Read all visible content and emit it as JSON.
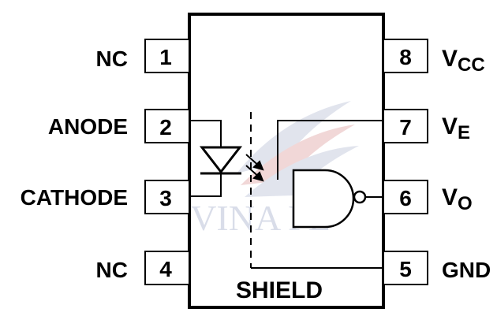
{
  "diagram": {
    "top_caption": "",
    "watermark": "VINA FE",
    "shield_label": "SHIELD",
    "pins_left": [
      {
        "number": "1",
        "name": "NC"
      },
      {
        "number": "2",
        "name": "ANODE"
      },
      {
        "number": "3",
        "name": "CATHODE"
      },
      {
        "number": "4",
        "name": "NC"
      }
    ],
    "pins_right": [
      {
        "number": "8",
        "name": "V",
        "sub": "CC"
      },
      {
        "number": "7",
        "name": "V",
        "sub": "E"
      },
      {
        "number": "6",
        "name": "V",
        "sub": "O"
      },
      {
        "number": "5",
        "name": "GND",
        "sub": ""
      }
    ],
    "colors": {
      "line": "#000000",
      "watermark": "#c9cfe0",
      "watermark_red": "#e6b8b8"
    }
  }
}
